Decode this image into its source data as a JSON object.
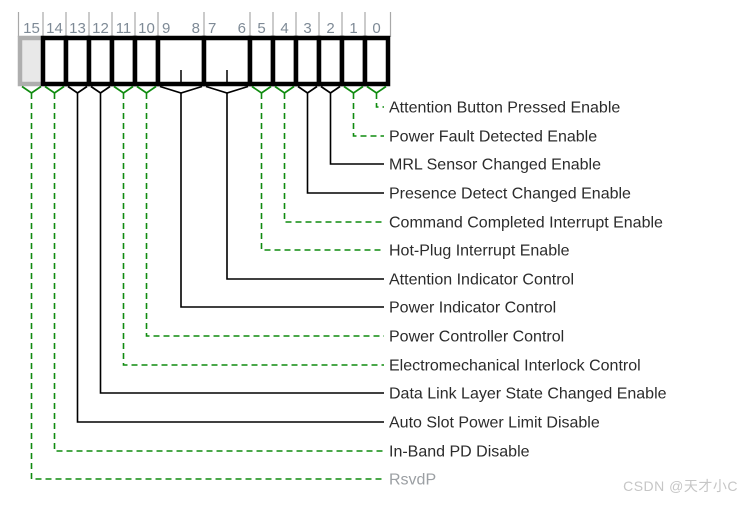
{
  "register": {
    "description": "16-bit register bit-field diagram",
    "cells": [
      {
        "bits": "15",
        "numbers": [
          "15"
        ],
        "span": 1,
        "reserved": true
      },
      {
        "bits": "14",
        "numbers": [
          "14"
        ],
        "span": 1,
        "reserved": false
      },
      {
        "bits": "13",
        "numbers": [
          "13"
        ],
        "span": 1,
        "reserved": false
      },
      {
        "bits": "12",
        "numbers": [
          "12"
        ],
        "span": 1,
        "reserved": false
      },
      {
        "bits": "11",
        "numbers": [
          "11"
        ],
        "span": 1,
        "reserved": false
      },
      {
        "bits": "10",
        "numbers": [
          "10"
        ],
        "span": 1,
        "reserved": false
      },
      {
        "bits": "9:8",
        "numbers": [
          "9",
          "8"
        ],
        "span": 2,
        "reserved": false
      },
      {
        "bits": "7:6",
        "numbers": [
          "7",
          "6"
        ],
        "span": 2,
        "reserved": false
      },
      {
        "bits": "5",
        "numbers": [
          "5"
        ],
        "span": 1,
        "reserved": false
      },
      {
        "bits": "4",
        "numbers": [
          "4"
        ],
        "span": 1,
        "reserved": false
      },
      {
        "bits": "3",
        "numbers": [
          "3"
        ],
        "span": 1,
        "reserved": false
      },
      {
        "bits": "2",
        "numbers": [
          "2"
        ],
        "span": 1,
        "reserved": false
      },
      {
        "bits": "1",
        "numbers": [
          "1"
        ],
        "span": 1,
        "reserved": false
      },
      {
        "bits": "0",
        "numbers": [
          "0"
        ],
        "span": 1,
        "reserved": false
      }
    ],
    "fields": [
      {
        "bits": "0",
        "label": "Attention Button Pressed Enable",
        "line": "green-dashed",
        "muted": false
      },
      {
        "bits": "1",
        "label": "Power Fault Detected Enable",
        "line": "green-dashed",
        "muted": false
      },
      {
        "bits": "2",
        "label": "MRL Sensor Changed Enable",
        "line": "black-solid",
        "muted": false
      },
      {
        "bits": "3",
        "label": "Presence Detect Changed Enable",
        "line": "black-solid",
        "muted": false
      },
      {
        "bits": "4",
        "label": "Command Completed Interrupt Enable",
        "line": "green-dashed",
        "muted": false
      },
      {
        "bits": "5",
        "label": "Hot-Plug Interrupt Enable",
        "line": "green-dashed",
        "muted": false
      },
      {
        "bits": "7:6",
        "label": "Attention Indicator Control",
        "line": "black-solid",
        "muted": false
      },
      {
        "bits": "9:8",
        "label": "Power Indicator Control",
        "line": "black-solid",
        "muted": false
      },
      {
        "bits": "10",
        "label": "Power Controller Control",
        "line": "green-dashed",
        "muted": false
      },
      {
        "bits": "11",
        "label": "Electromechanical Interlock Control",
        "line": "green-dashed",
        "muted": false
      },
      {
        "bits": "12",
        "label": "Data Link Layer State Changed Enable",
        "line": "black-solid",
        "muted": false
      },
      {
        "bits": "13",
        "label": "Auto Slot Power Limit Disable",
        "line": "black-solid",
        "muted": false
      },
      {
        "bits": "14",
        "label": "In-Band PD Disable",
        "line": "green-dashed",
        "muted": false
      },
      {
        "bits": "15",
        "label": "RsvdP",
        "line": "green-dashed",
        "muted": true
      }
    ]
  },
  "colors": {
    "green_line": "#0f8b0f",
    "black_line": "#000000",
    "box_border": "#000000",
    "box_fill": "#ffffff",
    "reserved_fill": "#e8e8e8",
    "reserved_border": "#aeaeae",
    "bit_number_text": "#7e8a96",
    "separator_tick": "#a8a8a8",
    "label_text": "#2b2b2b",
    "muted_label_text": "#9b9fa3",
    "watermark_text": "#c6c6c6"
  },
  "watermark": "CSDN @天才小C"
}
